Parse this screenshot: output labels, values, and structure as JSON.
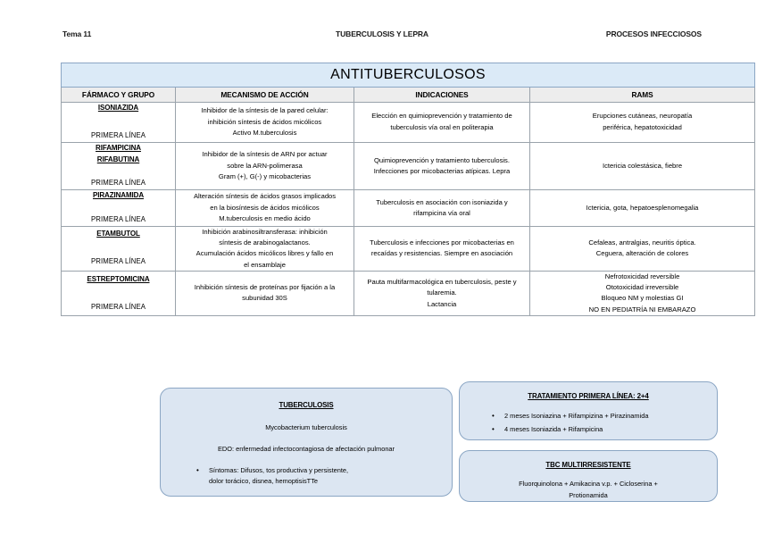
{
  "header": {
    "left": "Tema 11",
    "center": "TUBERCULOSIS Y LEPRA",
    "right": "PROCESOS INFECCIOSOS"
  },
  "table": {
    "title": "ANTITUBERCULOSOS",
    "columns": [
      "FÁRMACO Y GRUPO",
      "MECANISMO DE ACCIÓN",
      "INDICACIONES",
      "RAMS"
    ],
    "rows": [
      {
        "drug_names": [
          "ISONIAZIDA"
        ],
        "drug_group": "PRIMERA LÍNEA",
        "mechanism": [
          "Inhibidor de la síntesis de la pared celular:",
          "inhibición síntesis de ácidos micólicos",
          "Activo M.tuberculosis"
        ],
        "indications": [
          "Elección en quimioprevención y tratamiento de",
          "tuberculosis vía oral en politerapia"
        ],
        "rams": [
          "Erupciones cutáneas, neuropatía",
          "periférica, hepatotoxicidad"
        ]
      },
      {
        "drug_names": [
          "RIFAMPICINA",
          "RIFABUTINA"
        ],
        "drug_group": "PRIMERA LÍNEA",
        "mechanism": [
          "Inhibidor de la síntesis de ARN por actuar",
          "sobre la ARN-polimerasa",
          "Gram (+), G(-) y micobacterias"
        ],
        "indications": [
          "Quimioprevención y tratamiento tuberculosis.",
          "Infecciones por micobacterias atípicas. Lepra"
        ],
        "rams": [
          "Ictericia colestásica, fiebre"
        ]
      },
      {
        "drug_names": [
          "PIRAZINAMIDA"
        ],
        "drug_group": "PRIMERA LÍNEA",
        "mechanism": [
          "Alteración síntesis de ácidos grasos implicados",
          "en la biosíntesis de ácidos micólicos",
          "M.tuberculosis en medio ácido"
        ],
        "indications": [
          "Tuberculosis en asociación con isoniazida y",
          "rifampicina vía oral"
        ],
        "rams": [
          "Ictericia, gota, hepatoesplenomegalia"
        ]
      },
      {
        "drug_names": [
          "ETAMBUTOL"
        ],
        "drug_group": "PRIMERA LÍNEA",
        "mechanism": [
          "Inhibición arabinosiltransferasa: inhibición",
          "síntesis de arabinogalactanos.",
          "Acumulación ácidos micólicos libres y fallo en",
          "el ensamblaje"
        ],
        "indications": [
          "Tuberculosis e infecciones por micobacterias en",
          "recaídas y resistencias. Siempre en asociación"
        ],
        "rams": [
          "Cefaleas, antralgias, neuritis óptica.",
          "Ceguera, alteración de colores"
        ]
      },
      {
        "drug_names": [
          "ESTREPTOMICINA"
        ],
        "drug_group": "PRIMERA LÍNEA",
        "mechanism": [
          "Inhibición síntesis de proteínas por fijación a la",
          "subunidad 30S"
        ],
        "indications": [
          "Pauta multifarmacológica en tuberculosis, peste y",
          "tularemia.",
          "Lactancia"
        ],
        "rams": [
          "Nefrotoxicidad reversible",
          "Ototoxicidad irreversible",
          "Bloqueo NM y molestias GI",
          "NO EN PEDIATRÍA NI EMBARAZO"
        ]
      }
    ]
  },
  "boxes": {
    "tuberculosis": {
      "title": "TUBERCULOSIS",
      "line1": "Mycobacterium tuberculosis",
      "line2": "EDO: enfermedad infectocontagiosa de afectación pulmonar",
      "bullet1_a": "Síntomas: Difusos, tos productiva y persistente,",
      "bullet1_b": "dolor torácico, disnea, hemoptisisTTe"
    },
    "tratamiento": {
      "title": "TRATAMIENTO PRIMERA LÍNEA: 2+4",
      "bullet1": "2 meses Isoniazina + Rifampizina + Pirazinamida",
      "bullet2": "4 meses Isoniazida + Rifampicina"
    },
    "multirresistente": {
      "title": "TBC MULTIRRESISTENTE",
      "line1": "Fluorquinolona + Amikacina v.p. + Cicloserina +",
      "line2": "Protionamida"
    }
  },
  "colors": {
    "title_fill": "#dbeaf7",
    "colhead_fill": "#ededed",
    "box_fill": "#dce6f2",
    "box_border": "#8ba6c4",
    "table_border": "#9aa3ab"
  }
}
